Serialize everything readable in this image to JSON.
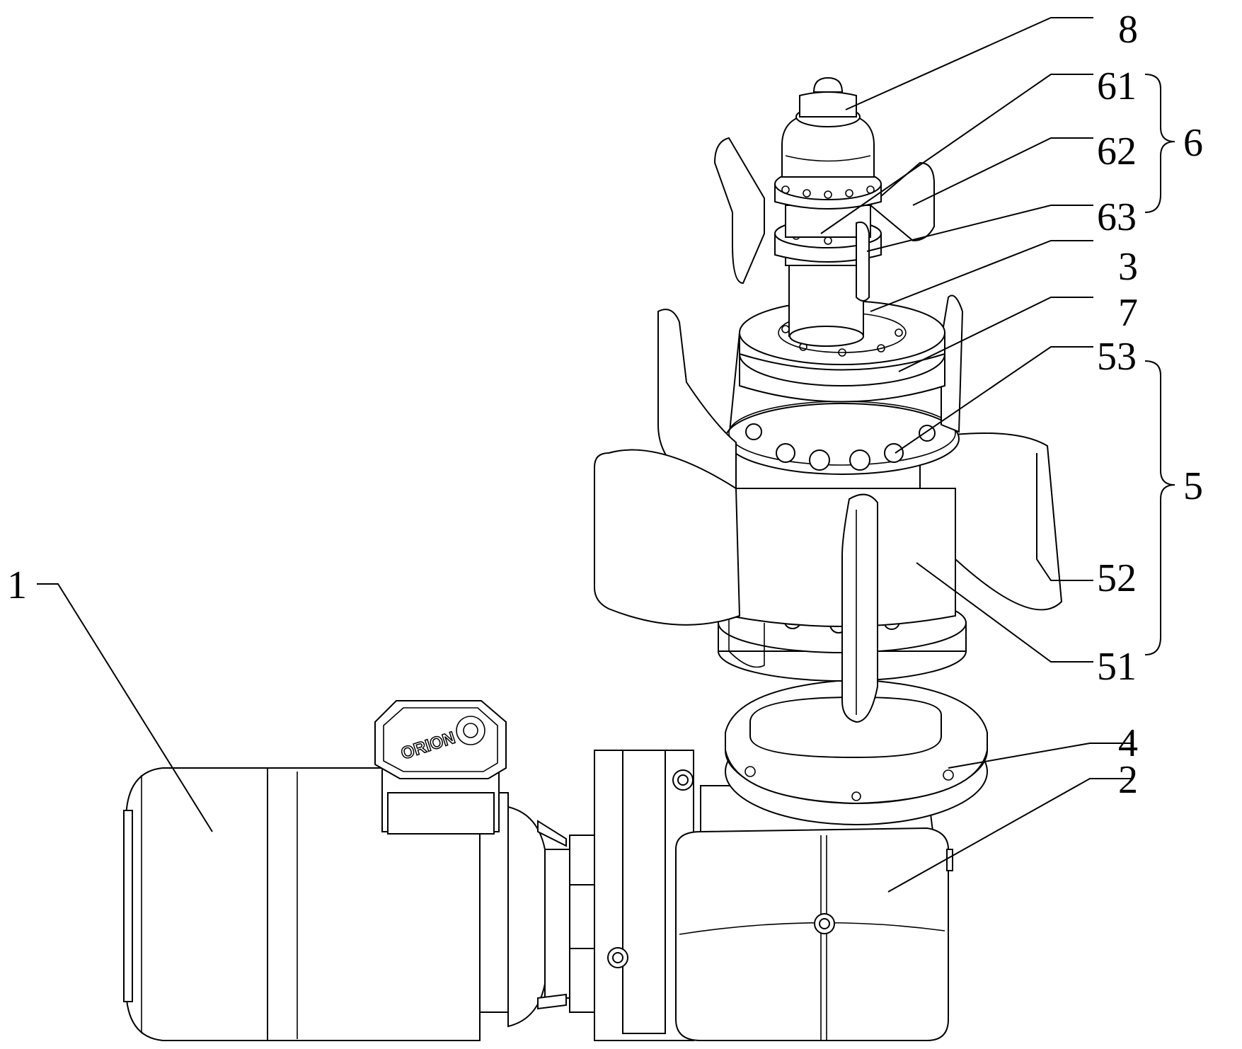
{
  "labels": {
    "l1": "1",
    "l2": "2",
    "l3": "3",
    "l4": "4",
    "l5": "5",
    "l51": "51",
    "l52": "52",
    "l53": "53",
    "l6": "6",
    "l61": "61",
    "l62": "62",
    "l63": "63",
    "l7": "7",
    "l8": "8"
  },
  "logo_text": "ORION"
}
